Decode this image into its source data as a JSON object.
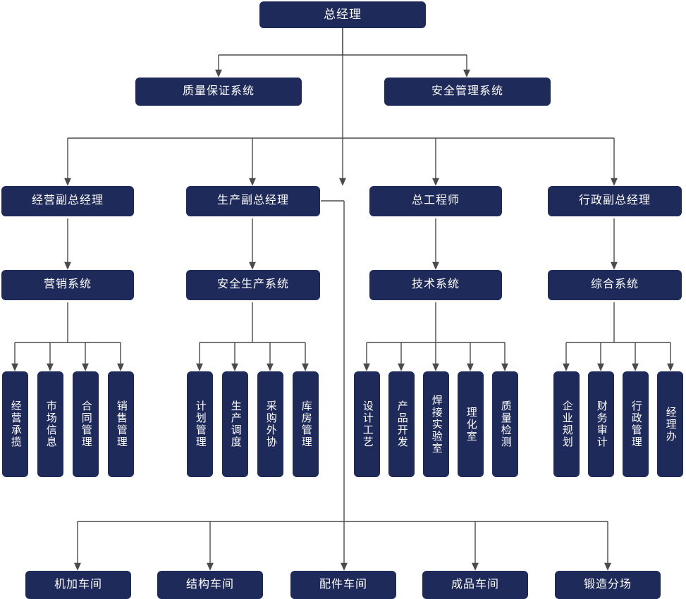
{
  "diagram": {
    "type": "org-chart",
    "title": "",
    "colors": {
      "node_fill": "#1e2a5a",
      "node_text": "#ffffff",
      "edge": "#4a4a4a",
      "background": "#ffffff"
    },
    "nodes": {
      "top": {
        "label": "总经理"
      },
      "staff": [
        {
          "label": "质量保证系统"
        },
        {
          "label": "安全管理系统"
        }
      ],
      "vps": [
        {
          "label": "经营副总经理"
        },
        {
          "label": "生产副总经理"
        },
        {
          "label": "总工程师"
        },
        {
          "label": "行政副总经理"
        }
      ],
      "systems": [
        {
          "label": "营销系统"
        },
        {
          "label": "安全生产系统"
        },
        {
          "label": "技术系统"
        },
        {
          "label": "综合系统"
        }
      ],
      "departments": [
        {
          "label": "经营承揽"
        },
        {
          "label": "市场信息"
        },
        {
          "label": "合同管理"
        },
        {
          "label": "销售管理"
        },
        {
          "label": "计划管理"
        },
        {
          "label": "生产调度"
        },
        {
          "label": "采购外协"
        },
        {
          "label": "库房管理"
        },
        {
          "label": "设计工艺"
        },
        {
          "label": "产品开发"
        },
        {
          "label": "焊接实验室"
        },
        {
          "label": "理化室"
        },
        {
          "label": "质量检测"
        },
        {
          "label": "企业规划"
        },
        {
          "label": "财务审计"
        },
        {
          "label": "行政管理"
        },
        {
          "label": "经理办"
        }
      ],
      "workshops": [
        {
          "label": "机加车间"
        },
        {
          "label": "结构车间"
        },
        {
          "label": "配件车间"
        },
        {
          "label": "成品车间"
        },
        {
          "label": "锻造分场"
        }
      ]
    }
  }
}
